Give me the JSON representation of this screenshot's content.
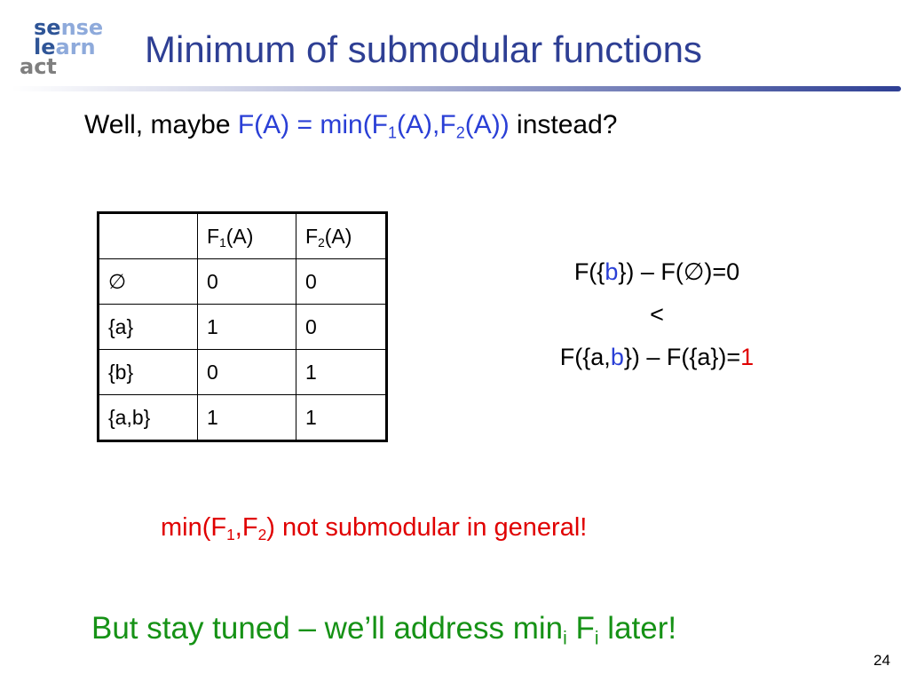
{
  "logo": {
    "line1_a": "se",
    "line1_b": "nse",
    "line2_a": "le",
    "line2_b": "arn",
    "line3": "act"
  },
  "title": "Minimum of submodular functions",
  "intro": {
    "lead": "Well, maybe ",
    "f_prefix": "F(A) = min(F",
    "sub1": "1",
    "mid": "(A),F",
    "sub2": "2",
    "f_suffix": "(A))",
    "tail": " instead?"
  },
  "table": {
    "header": {
      "c1_pre": "F",
      "c1_sub": "1",
      "c1_post": "(A)",
      "c2_pre": "F",
      "c2_sub": "2",
      "c2_post": "(A)"
    },
    "rows": [
      {
        "set": "∅",
        "f1": "0",
        "f2": "0"
      },
      {
        "set": "{a}",
        "f1": "1",
        "f2": "0"
      },
      {
        "set": "{b}",
        "f1": "0",
        "f2": "1"
      },
      {
        "set": "{a,b}",
        "f1": "1",
        "f2": "1"
      }
    ]
  },
  "inequality": {
    "l1_a": "F({",
    "l1_b": "b",
    "l1_c": "}) – F(∅)=0",
    "l2": "<",
    "l3_a": "F({a,",
    "l3_b": "b",
    "l3_c": "}) – F({a})=",
    "l3_d": "1"
  },
  "note": {
    "a": "min(F",
    "s1": "1",
    "b": ",F",
    "s2": "2",
    "c": ") not submodular in general!"
  },
  "final": {
    "a": "But stay tuned – we’ll address min",
    "s1": "i",
    "b": " F",
    "s2": "i",
    "c": " later!"
  },
  "page_number": "24",
  "colors": {
    "title": "#2e3f94",
    "blue": "#2a3fd6",
    "red": "#e00000",
    "green": "#169216"
  }
}
